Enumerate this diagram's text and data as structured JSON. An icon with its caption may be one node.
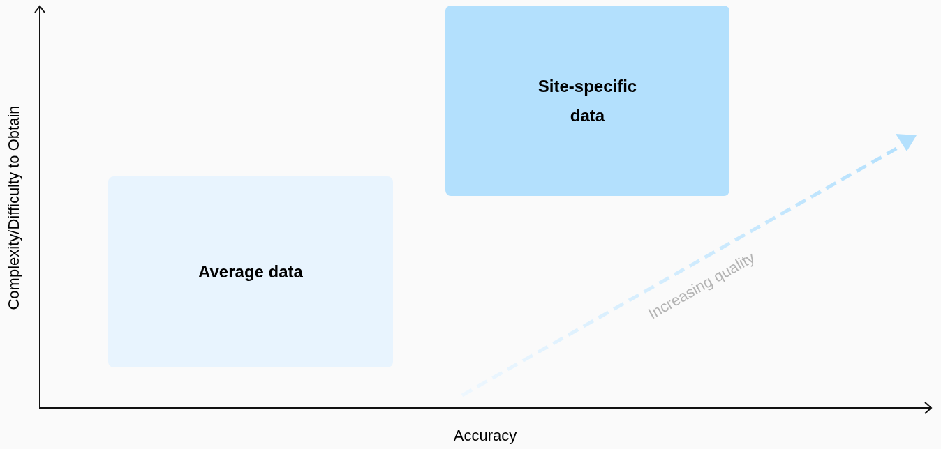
{
  "diagram": {
    "nodes": [
      {
        "text": [
          "Average data"
        ]
      },
      {
        "text": [
          "Site-specific data"
        ]
      }
    ],
    "edges": [],
    "labels": [
      "Complexity/Difficulty to Obtain",
      "Increasing quality",
      "Accuracy"
    ]
  }
}
